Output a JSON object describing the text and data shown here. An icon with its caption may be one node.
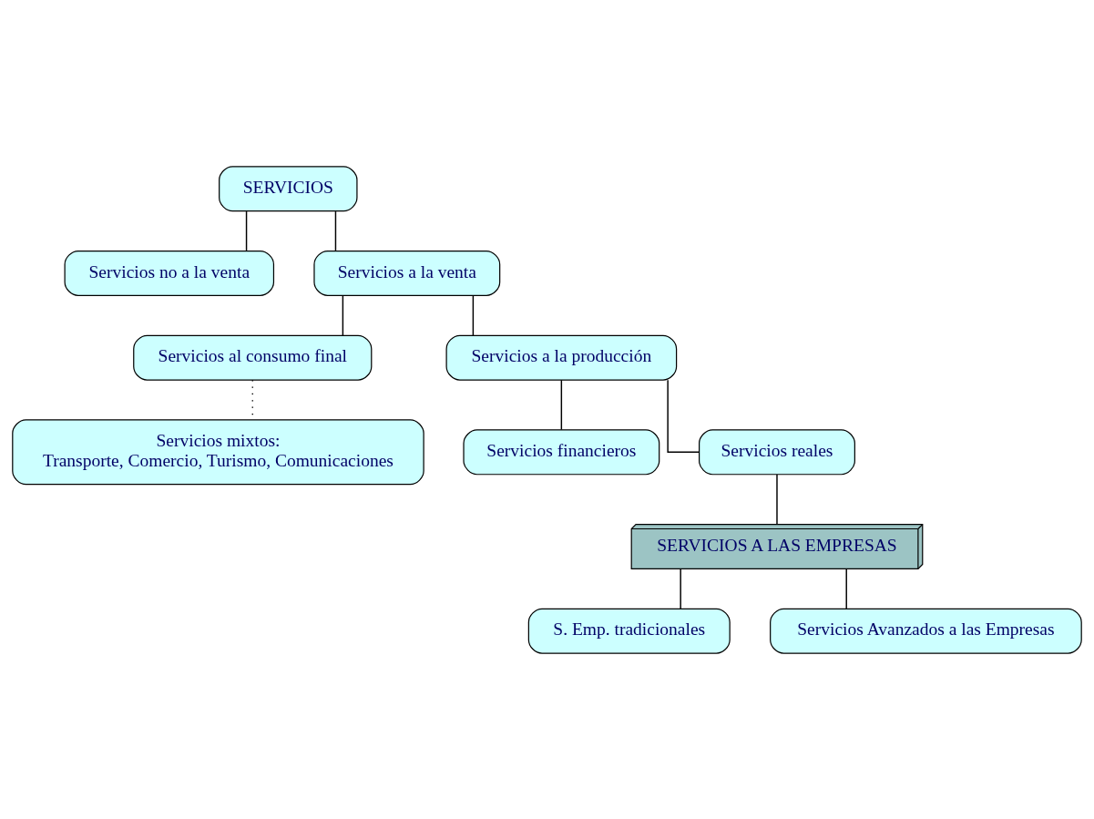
{
  "diagram": {
    "nodes": [
      {
        "text": [
          "SERVICIOS"
        ]
      },
      {
        "text": [
          "Servicios no a la venta"
        ]
      },
      {
        "text": [
          "Servicios a la venta"
        ]
      },
      {
        "text": [
          "Servicios al consumo final"
        ]
      },
      {
        "text": [
          "Servicios a la producción"
        ]
      },
      {
        "text": [
          "Servicios financieros"
        ]
      },
      {
        "text": [
          "Servicios reales"
        ]
      },
      {
        "text": [
          "Servicios mixtos:",
          "Transporte, Comercio, Turismo, Comunicaciones"
        ]
      },
      {
        "text": [
          "SERVICIOS A LAS EMPRESAS"
        ]
      },
      {
        "text": [
          "S. Emp. tradicionales"
        ]
      },
      {
        "text": [
          "Servicios Avanzados a las Empresas"
        ]
      }
    ],
    "edges": [
      {
        "from": 0,
        "to": 1,
        "arrow": "none"
      },
      {
        "from": 0,
        "to": 2,
        "arrow": "none"
      },
      {
        "from": 2,
        "to": 3,
        "arrow": "none"
      },
      {
        "from": 2,
        "to": 4,
        "arrow": "none"
      },
      {
        "from": 4,
        "to": 5,
        "arrow": "none"
      },
      {
        "from": 4,
        "to": 6,
        "arrow": "none"
      },
      {
        "from": 3,
        "to": 7,
        "arrow": "none",
        "style": "dashed"
      },
      {
        "from": 6,
        "to": 8,
        "arrow": "none"
      },
      {
        "from": 8,
        "to": 9,
        "arrow": "none"
      },
      {
        "from": 8,
        "to": 10,
        "arrow": "none"
      }
    ]
  }
}
